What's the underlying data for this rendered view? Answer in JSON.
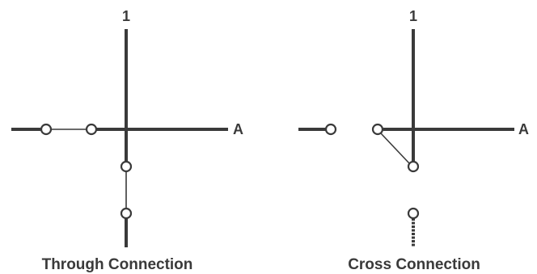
{
  "colors": {
    "line": "#3a3a3a",
    "background": "#ffffff"
  },
  "left_panel": {
    "caption": "Through Connection",
    "vertical_label": "1",
    "horizontal_label": "A"
  },
  "right_panel": {
    "caption": "Cross Connection",
    "vertical_label": "1",
    "horizontal_label": "A"
  }
}
